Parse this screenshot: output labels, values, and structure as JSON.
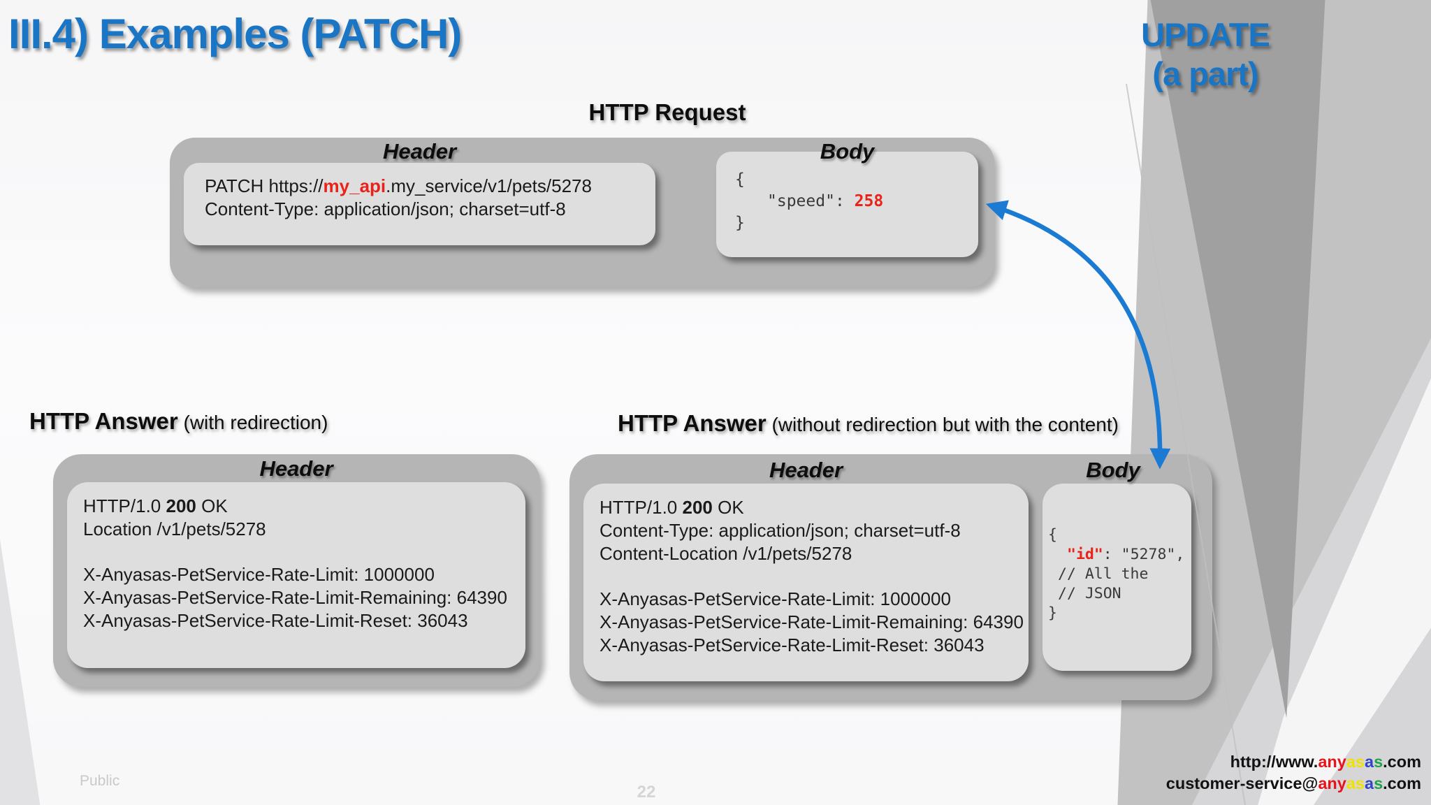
{
  "slide": {
    "title": "III.4) Examples (PATCH)",
    "corner_line1": "UPDATE",
    "corner_line2": "(a part)",
    "classification": "Public",
    "page_number": "22"
  },
  "request": {
    "title": "HTTP Request",
    "header_label": "Header",
    "body_label": "Body",
    "header_line1_pre": "PATCH https://",
    "header_line1_hl": "my_api",
    "header_line1_post": ".my_service/v1/pets/5278",
    "header_line2": "Content-Type: application/json; charset=utf-8",
    "body_code": {
      "open": "{",
      "key": "\"speed\"",
      "sep": ": ",
      "value": "258",
      "close": "}"
    }
  },
  "answer_redirect": {
    "title_strong": "HTTP Answer",
    "title_rest": " (with redirection)",
    "header_label": "Header",
    "status": {
      "pre": "HTTP/1.0 ",
      "code": "200",
      "post": " OK"
    },
    "lines": [
      "Location /v1/pets/5278",
      "",
      "X-Anyasas-PetService-Rate-Limit: 1000000",
      "X-Anyasas-PetService-Rate-Limit-Remaining: 64390",
      "X-Anyasas-PetService-Rate-Limit-Reset: 36043"
    ]
  },
  "answer_content": {
    "title_strong": "HTTP Answer",
    "title_rest": " (without redirection but with the content)",
    "header_label": "Header",
    "body_label": "Body",
    "status": {
      "pre": "HTTP/1.0 ",
      "code": "200",
      "post": " OK"
    },
    "lines": [
      "Content-Type: application/json; charset=utf-8",
      "Content-Location /v1/pets/5278",
      "",
      "X-Anyasas-PetService-Rate-Limit: 1000000",
      "X-Anyasas-PetService-Rate-Limit-Remaining: 64390",
      "X-Anyasas-PetService-Rate-Limit-Reset: 36043"
    ],
    "body_code": {
      "open": "{",
      "key": "\"id\"",
      "rest": ": \"5278\",",
      "comment1": "// All the",
      "comment2": "// JSON",
      "close": "}"
    }
  },
  "footer": {
    "website_prefix": "http://www.",
    "email_prefix": "customer-service@",
    "domain_suffix": ".com",
    "brand": {
      "segments": [
        {
          "text": "any",
          "color": "#e8131a"
        },
        {
          "text": "as",
          "color": "#f0e200"
        },
        {
          "text": "a",
          "color": "#2f45c6"
        },
        {
          "text": "s",
          "color": "#1fa348"
        }
      ]
    }
  },
  "colors": {
    "accent_blue": "#1a75c4",
    "highlight_red": "#e8231a",
    "arrow_blue": "#1b7ad2",
    "panel_gray": "#b5b5b6",
    "card_gray": "#dedede"
  }
}
